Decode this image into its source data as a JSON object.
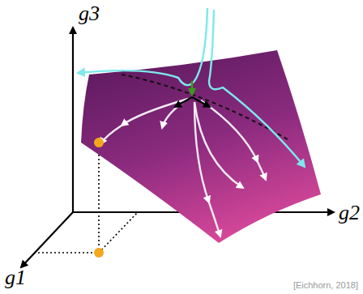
{
  "diagram": {
    "labels": [
      "g3",
      "g2",
      "g1",
      "[Eichhorn, 2018]"
    ]
  }
}
